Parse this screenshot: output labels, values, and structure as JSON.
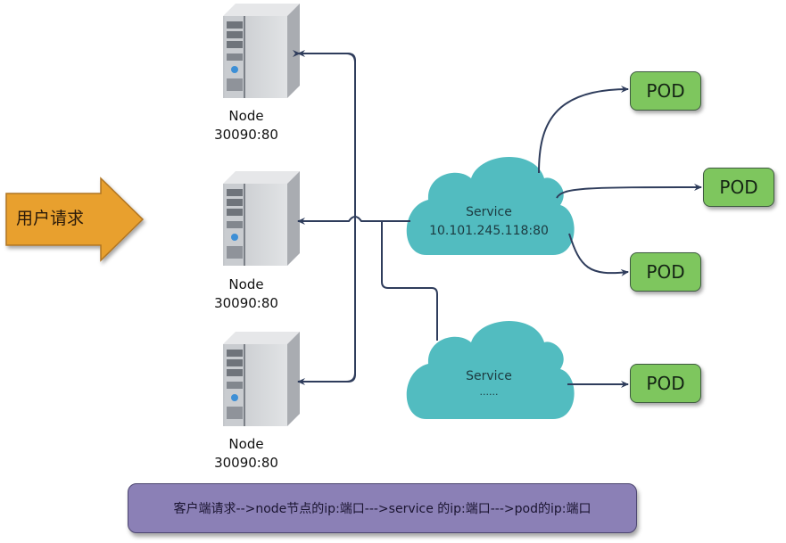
{
  "user_request": {
    "label": "用户请求",
    "color": "#e8a02e"
  },
  "nodes": [
    {
      "name": "Node",
      "port": "30090:80"
    },
    {
      "name": "Node",
      "port": "30090:80"
    },
    {
      "name": "Node",
      "port": "30090:80"
    }
  ],
  "services": [
    {
      "name": "Service",
      "address": "10.101.245.118:80"
    },
    {
      "name": "Service",
      "address": "......"
    }
  ],
  "pods": [
    {
      "label": "POD"
    },
    {
      "label": "POD"
    },
    {
      "label": "POD"
    },
    {
      "label": "POD"
    }
  ],
  "footer": {
    "text": "客户端请求-->node节点的ip:端口--->service 的ip:端口--->pod的ip:端口"
  },
  "colors": {
    "cloud": "#52bcc0",
    "pod": "#7ec65e",
    "footer": "#8b80b6",
    "connector": "#2f3d5c"
  }
}
